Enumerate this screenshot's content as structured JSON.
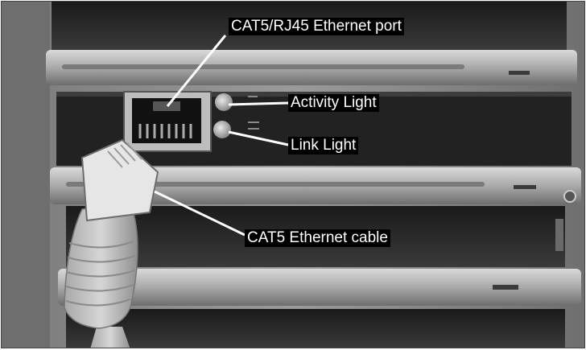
{
  "annotations": {
    "port": "CAT5/RJ45 Ethernet port",
    "activity": "Activity Light",
    "link": "Link Light",
    "cable": "CAT5 Ethernet cable"
  },
  "colors": {
    "label_background": "#000000",
    "label_text": "#ffffff",
    "pointer_line": "#ffffff"
  }
}
